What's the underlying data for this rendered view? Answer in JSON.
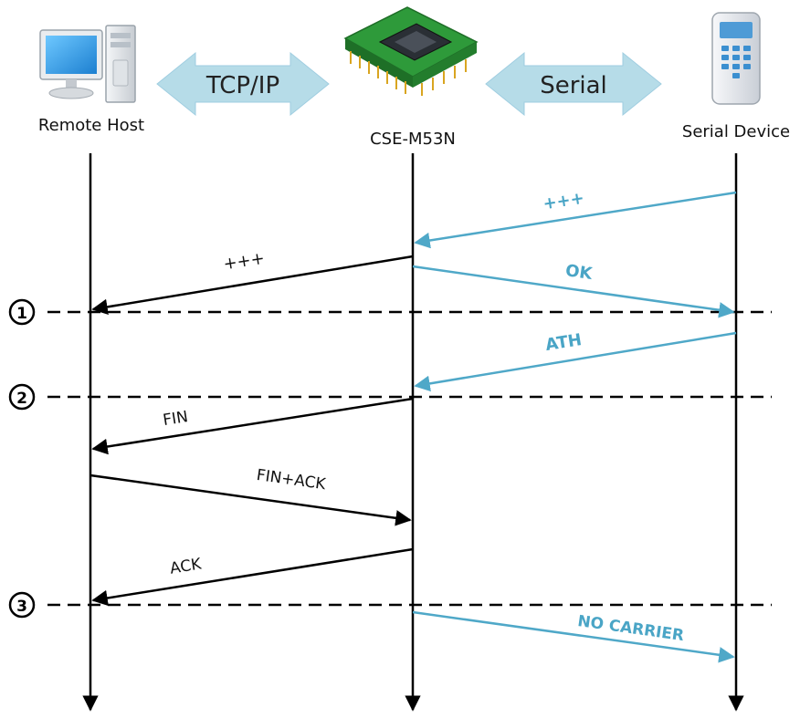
{
  "participants": {
    "remote_host": "Remote Host",
    "module": "CSE-M53N",
    "serial_device": "Serial Device"
  },
  "links": {
    "tcpip": "TCP/IP",
    "serial": "Serial"
  },
  "messages": {
    "m1": "+++",
    "m2": "+++",
    "m3": "OK",
    "m4": "ATH",
    "m5": "FIN",
    "m6": "FIN+ACK",
    "m7": "ACK",
    "m8": "NO CARRIER"
  },
  "steps": {
    "s1": "①",
    "s2": "②",
    "s3": "③"
  },
  "colors": {
    "black": "#000000",
    "serial_blue": "#4fa8c8",
    "arrow_fill": "#b6dce8",
    "text_blue": "#4aa5c6",
    "board_green": "#2e9a3a"
  }
}
